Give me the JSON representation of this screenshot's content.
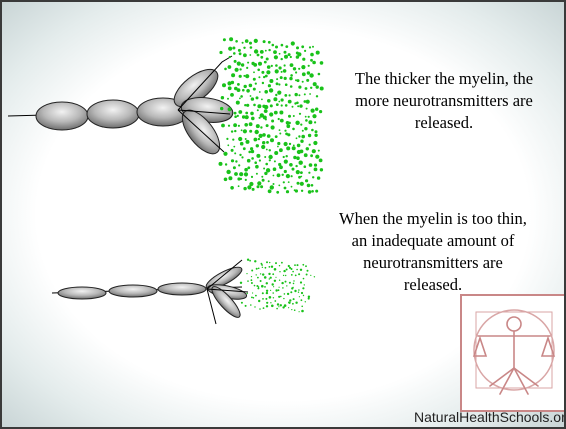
{
  "captions": {
    "thick_myelin": "The thicker the myelin, the more neurotransmitters are released.",
    "thin_myelin": "When the myelin is too thin, an inadequate amount of neurotransmitters are released."
  },
  "footer": {
    "website": "NaturalHealthSchools.org"
  },
  "colors": {
    "myelin_fill": "#9a9a9a",
    "neurotransmitter_green": "#19c21a",
    "logo_border": "#c98787",
    "frame": "#3a3a3a"
  }
}
